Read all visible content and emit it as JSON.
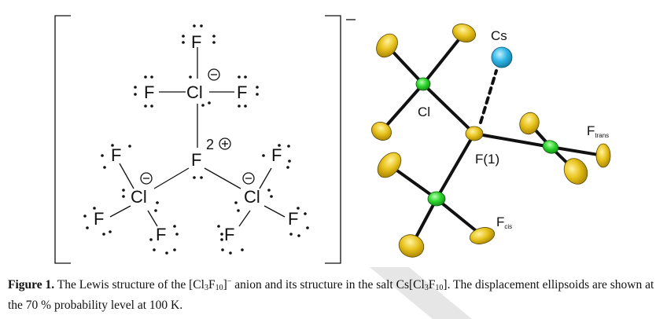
{
  "lewis": {
    "f_top": "F",
    "cl_top": "Cl",
    "f_top_left": "F",
    "f_top_right": "F",
    "f_center": "F",
    "charge_center": "2",
    "cl_left": "Cl",
    "f_left_upper": "F",
    "f_left_lower": "F",
    "f_left_bottom": "F",
    "cl_right": "Cl",
    "f_right_upper": "F",
    "f_right_lower": "F",
    "f_right_bottom": "F",
    "bracket_charge": "−"
  },
  "structure": {
    "cs_label": "Cs",
    "cl_label": "Cl",
    "f1_label": "F(1)",
    "ftrans_main": "F",
    "ftrans_sub": "trans",
    "fcis_main": "F",
    "fcis_sub": "cis",
    "colors": {
      "fluorine": "#e8c21c",
      "chlorine": "#2ed42e",
      "cesium": "#2fb6e6"
    }
  },
  "caption": {
    "label": "Figure 1.",
    "t1": " The Lewis structure of the [Cl",
    "s1": "3",
    "t2": "F",
    "s2": "10",
    "t3": "]",
    "sup1": "−",
    "t4": " anion and its structure in the salt Cs[Cl",
    "s3": "3",
    "t5": "F",
    "s4": "10",
    "t6": "]. The displacement ellipsoids are shown at the 70 % probability level at 100 K."
  }
}
